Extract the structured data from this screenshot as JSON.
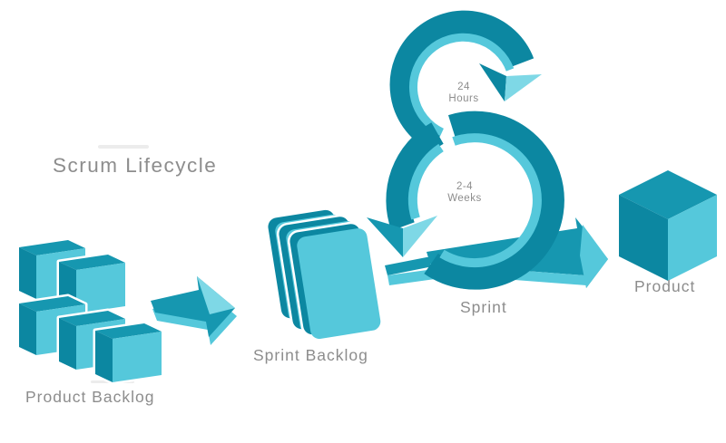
{
  "diagram": {
    "title": "Scrum Lifecycle",
    "nodes": [
      {
        "id": "product-backlog",
        "label": "Product Backlog"
      },
      {
        "id": "sprint-backlog",
        "label": "Sprint Backlog"
      },
      {
        "id": "sprint",
        "label": "Sprint"
      },
      {
        "id": "product",
        "label": "Product"
      }
    ],
    "annotations": {
      "daily_line1": "24",
      "daily_line2": "Hours",
      "sprint_line1": "2-4",
      "sprint_line2": "Weeks"
    }
  },
  "colors": {
    "dark": "#0c87a1",
    "mid": "#1697b0",
    "light": "#55c8db",
    "lighter": "#7ed8e6",
    "label_gray": "#8d8d8d",
    "background": "#ffffff"
  }
}
